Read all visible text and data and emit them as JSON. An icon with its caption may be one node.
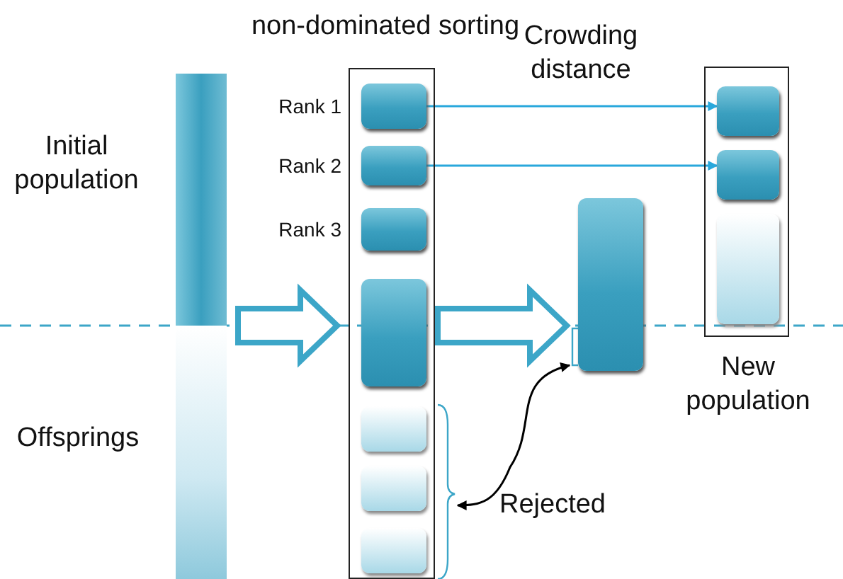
{
  "diagram": {
    "nodes": [
      {
        "text": [
          "Initial population"
        ]
      },
      {
        "text": [
          "Offsprings"
        ]
      },
      {
        "text": [
          "non-dominated sorting"
        ]
      },
      {
        "text": [],
        "shape": "box",
        "in": 2,
        "beside": [
          "Rank 1"
        ]
      },
      {
        "text": [],
        "shape": "box",
        "in": 2,
        "beside": [
          "Rank 2"
        ]
      },
      {
        "text": [],
        "shape": "box",
        "in": 2,
        "beside": [
          "Rank 3"
        ]
      },
      {
        "text": [],
        "shape": "box",
        "in": 2
      },
      {
        "text": [],
        "shape": "box",
        "in": 2
      },
      {
        "text": [],
        "shape": "box",
        "in": 2
      },
      {
        "text": [],
        "shape": "box",
        "in": 2
      },
      {
        "text": [],
        "shape": "box"
      },
      {
        "text": [
          "New population"
        ]
      },
      {
        "text": [],
        "shape": "box",
        "in": 11
      },
      {
        "text": [],
        "shape": "box",
        "in": 11
      },
      {
        "text": [],
        "shape": "box",
        "in": 11
      }
    ],
    "edges": [
      {
        "from": 1,
        "to": 2,
        "arrow": "to",
        "style": "thick"
      },
      {
        "from": 6,
        "to": 10,
        "arrow": "to",
        "style": "thick"
      },
      {
        "from": 3,
        "to": 12,
        "arrow": "to"
      },
      {
        "from": 4,
        "to": 13,
        "arrow": "to"
      },
      {
        "from": 10,
        "to": 2,
        "arrow": "both",
        "color": "#000000"
      }
    ],
    "labels": [
      "Crowding distance",
      "Rejected"
    ]
  }
}
